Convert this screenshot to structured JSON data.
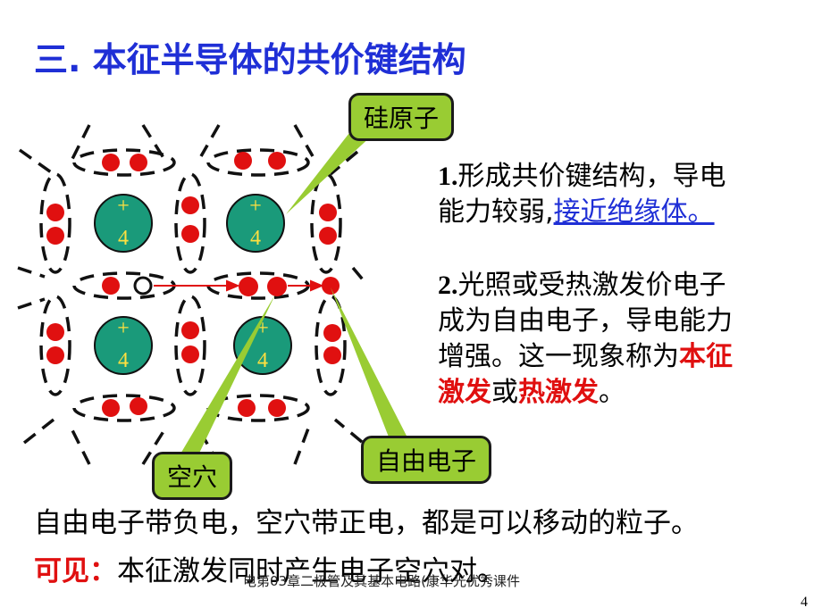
{
  "title": "三. 本征半导体的共价键结构",
  "labels": {
    "si_atom": "硅原子",
    "hole": "空穴",
    "free_electron": "自由电子"
  },
  "atom_charge": {
    "sign": "+",
    "value": "4"
  },
  "point1": {
    "num": "1.",
    "line1": "形成共价键结构，导电",
    "line2_a": "能力较弱,",
    "line2_link": "接近绝缘体。"
  },
  "point2": {
    "num": "2.",
    "line1": "光照或受热激发价电子",
    "line2": "成为自由电子，导电能力",
    "line3_a": "增强。这一现象称为",
    "line3_red": "本征",
    "line4_red1": "激发",
    "line4_mid": "或",
    "line4_red2": "热激发",
    "line4_end": "。"
  },
  "bottom": {
    "line1": "自由电子带负电，空穴带正电，都是可以移动的粒子。",
    "line2_red": "可见：",
    "line2_rest": "本征激发同时产生电子空穴对。"
  },
  "footer": "电第03章二极管及其基本电路(康华光优秀课件",
  "page_number": "4",
  "colors": {
    "title": "#1f2fd6",
    "electron": "#e01010",
    "atom": "#1a9a7a",
    "callout": "#99cc33"
  }
}
